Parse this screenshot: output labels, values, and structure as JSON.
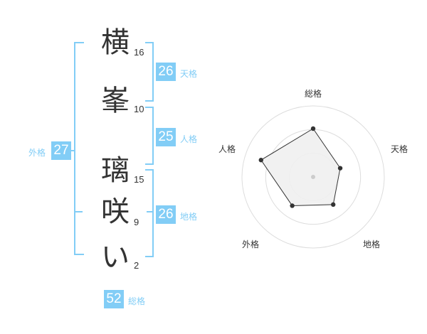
{
  "name_chars": [
    {
      "char": "横",
      "strokes": "16"
    },
    {
      "char": "峯",
      "strokes": "10"
    },
    {
      "char": "璃",
      "strokes": "15"
    },
    {
      "char": "咲",
      "strokes": "9"
    },
    {
      "char": "い",
      "strokes": "2"
    }
  ],
  "kaku": {
    "tenkaku": {
      "value": "26",
      "label": "天格"
    },
    "jinkaku": {
      "value": "25",
      "label": "人格"
    },
    "chikaku": {
      "value": "26",
      "label": "地格"
    },
    "gaikaku": {
      "value": "27",
      "label": "外格"
    },
    "soukaku": {
      "value": "52",
      "label": "総格"
    }
  },
  "chart_data": {
    "type": "radar",
    "axes": [
      "総格",
      "天格",
      "地格",
      "外格",
      "人格"
    ],
    "values": [
      0.68,
      0.4,
      0.48,
      0.5,
      0.77
    ],
    "rmax": 1,
    "rings": 3,
    "colors": {
      "fill": "#efefef",
      "line": "#333333",
      "ring": "#dddddd",
      "point": "#333333",
      "center": "#cccccc"
    }
  }
}
